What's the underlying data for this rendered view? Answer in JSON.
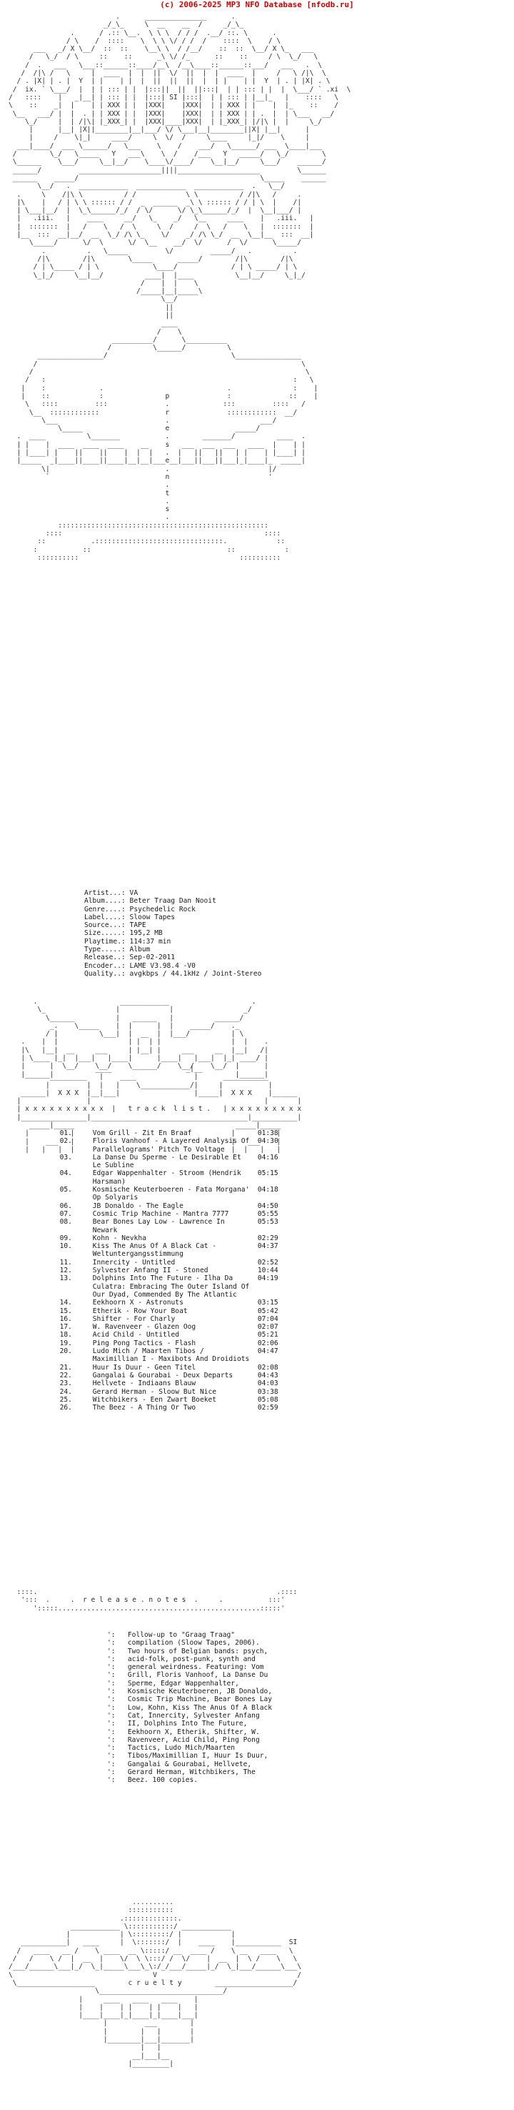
{
  "copyright": "(c) 2006-2025 MP3 NFO Database [nfodb.ru]",
  "art": {
    "top": "                          .      _______________      .\n                       _/_\\_     \\  __    __  /     _/_\\_\n               .      / .:: \\__.  \\ \\ \\  / / /  .__/ ::. \\      .\n              / \\    /  ::::    \\  \\ \\ \\/ / /  /    ::::  \\    / \\\n      ___   _/ X \\__/  ::  ::    \\__\\ \\  / /__/    ::  ::  \\__/ X \\_   ___\n     /   \\_/  / \\     ::    ::      _\\ \\/ /_      ::    ::     / \\  \\_/   \\\n    /  .   ___   \\___::______::____/__\\  /__\\____::______::___/   ___   .  \\\n   /  /|\\ /   \\     |  ____  |  |  ||  \\/  ||  |  |  ____  |     /   \\ /|\\  \\\n  / . |X| | . |  Y  | |    | |  |  ||  ||  ||  |  | |    | |  Y  | . | |X| . \\\n /  ix. ` \\___/  |  | | ::: | |  |:::||  ||  ||:::|  | | ::: | |  |  \\___/ ` .xi  \\\n/   ::::    |   _|__| | ::: | |  |:::| SI |:::|  | | ::: | |__|_   |    ::::   \\\n\\    ::    _|  |    | | XXX | |  |XXX|    |XXX|  | | XXX | |    |  |_    ::    /\n \\__   ___/ |  |  . | | XXX | |  |XXX|    |XXX|  | | XXX | | .  |  | \\___   __/\n    \\_/     |  | /|\\| |_XXX_| |  |XXX|____|XXX|  | |_XXX_| |/|\\ |  |     \\_/\n     |      |__| |X||________|__|___/ \\/ \\___|__|________||X| |__|      |\n     |     /    \\|_|     ____/     \\  \\/  /     \\____     |_|/    \\     |\n  ___|____/  ___ \\______/   \\___    \\    /    ___/   \\______/ ___  \\____|___\n /        \\_/   \\_____   Y   ___\\    \\  /    /___   Y   _____/   \\_/        \\\n \\______    \\___/     \\__|__/    \\____\\/____/    \\__|__/     \\___/    ______/\n ______/         ____________________||||____________________         \\______\n ______    _____/                                            \\_____    ______\n       \\__/   .  ____________  ____________  ____________  .   \\__/\n  .     \\    /|\\ \\          / /            \\ \\          / /|\\   /     .\n  |\\    |   / | \\ \\ :::::: / /  _  ______  _\\ \\ :::::: / / | \\  |    /|\n  | \\___|__/  |  \\_\\______/_/  / \\/      \\/ \\_\\______/_/  |  \\__|___/ |\n  |   .iii.   |    ____     __/   \\_    _/   \\__     ____    |   .iii.   |\n  |  :::::::  |   /    \\   /  \\     \\  /     /  \\   /    \\   |  :::::::  |\n  |__  :::  __|__/  __  \\_/ /\\ \\_    \\/    _/ /\\ \\_/  __  \\__|__  :::  __|\n     \\_____/      \\/  \\      \\/  \\__    __/  \\/      /  \\/      \\_____/\n        .          .   \\_____         \\/         _____/   .          .\n       /|\\        /|\\        \\_____      _____/        /|\\        /|\\\n      / | \\_____ / | \\             \\____/             / | \\ _____/ | \\\n      \\_|_/     \\__|__/          ____|  |____          \\__|__/     \\_|_/\n                                /    |  |    \\\n                               /_____|__|_____\\\n                                     \\__/\n                                      ||\n                                      ||\n                                     ____\n                                    /    \\\n                         __________/      \\__________\n                        /          \\______/          \\\n       ________________/                              \\________________\n      /                                                                \\\n     /                                                                  \\\n    /   :                                                            :   \\\n   |    :             .                              .               :    |\n   |    ::            :               p              :              ::    |\n    \\   ::::         :::              .             :::         ::::   /\n     \\__  ::::::::::::                r              ::::::::::::  __/\n        \\___                          .                      ___/\n            \\_____                    e                _____/\n  .  ____          \\_______           .        _______/          ____  .\n  | |    |  ____  ____  ____    __    s   ___  ___  ___   ____  |    | |\n  | |____| |    ||    ||    |  |  |   .  |   ||   ||   | |    | |____| |\n  |_____  _|____||____||____|__|__|___e__|___||___||___|_|____|_  _____|\n        \\|                            .                        |/\n         `                            n                        '\n                                      .\n                                      t\n                                      .\n                                      s\n                                      .\n            :::::::::::::::::::::::::::::::::::::::::::::::::::\n         ::::                                                 ::::\n       ::           .:::::::::::::::::::::::::::::::.            ::\n      :           ::                                 ::            :\n       ::::::::::                                       ::::::::::",
    "mid": "      .                    ____________                    .\n       \\_                 |            |                 _/\n         \\______          |   ______   |          ______/\n          _.    \\_____    |  |      |  |    _____/    ._\n         / |          \\___|  |  __  |  |___/          | \\\n   .    |  |                 | |  | |                 |  |    .\n   |\\   |__|  __     ___     | |__| |     ___     __  |__|   /|\n   | \\____ |_|  |___|   |____|      |____|   |___|  |_| ____/ |\n   |      |  \\__/    \\__/    \\______/    \\__/    \\__/  |      |\n   |______|                                            |______|",
    "side": "                     ____                  _|__\n          _________   |    ____              |      ___________\n         |         |  |   |    \\____________/|     |           |\n   ______|  X X X  |__|___|                  |_____|  X X X    |______\n  |                |                                          |       |\n  | x x x x x x x x x x  |   t r a c k  l i s t .   | x x x x x x x x x\n  |________________|______________________________________|___________|\n     _____|_____                                       _____|_____\n    |          |                                      |          |\n    |    ___   |                                      |   ___    |\n    |   |   |  |                                      |  |   |   |",
    "notesHead": "  ::::.                                                          .::::\n   ':::  .     .  r e l e a s e . n o t e s  .     .           :::'\n      ':::::.................................................:::::'",
    "bottom": "                              ..........\n                             :::::::::::\n                           .:::::::::::::.\n               ____________ \\:::::::::::/ ____________\n              |            | \\:::::::::/ |            |\n   ___________|   ____     |  \\:::::::/  |    ____    |___________  SI\n  /   ____   __ /    \\ ____  __ \\:::::/ __  ____ /    \\ __   ____   \\\n /   /    \\ /  |  __  |    \\/  \\ \\:::/ /  \\/    |  __  |  \\ /    \\   \\\n/___/______\\___|_/  \\_|_____\\___\\_\\:/_/___/_____|_/  \\_|___/______\\___\\\n\\                                  V                                  /\n \\___________________        c r u e l t y        ___________________/\n                     \\______________________________/\n                 |     ____   ____   ____    |\n                 |    |    | |    | |    |   |\n                 |____|____|_|____|_|____|___|\n                       |         ___        |\n                       |        |   |       |\n                       |________|___|_______|\n                                |   |\n                              __|___|__\n                             |_________|"
  },
  "info": [
    {
      "label": "Artist...:",
      "value": "VA"
    },
    {
      "label": "Album....:",
      "value": "Beter Traag Dan Nooit"
    },
    {
      "label": "Genre....:",
      "value": "Psychedelic Rock"
    },
    {
      "label": "Label....:",
      "value": "Sloow Tapes"
    },
    {
      "label": "Source...:",
      "value": "TAPE"
    },
    {
      "label": "Size.....:",
      "value": "195,2 MB"
    },
    {
      "label": "Playtime.:",
      "value": "114:37 min"
    },
    {
      "label": "Type.....:",
      "value": "Album"
    },
    {
      "label": "Release..:",
      "value": "Sep-02-2011"
    },
    {
      "label": "Encoder..:",
      "value": "LAME V3.98.4 -V0"
    },
    {
      "label": "Quality..:",
      "value": "avgkbps / 44.1kHz / Joint-Stereo"
    }
  ],
  "tracks": [
    {
      "no": "01.",
      "lines": [
        "Vom Grill - Zit En Braaf"
      ],
      "time": "01:38"
    },
    {
      "no": "02.",
      "lines": [
        "Floris Vanhoof - A Layered Analysis Of",
        "Parallelograms' Pitch To Voltage"
      ],
      "time": "04:30"
    },
    {
      "no": "03.",
      "lines": [
        "La Danse Du Sperme - Le Desirable Et",
        "Le Subline"
      ],
      "time": "04:16"
    },
    {
      "no": "04.",
      "lines": [
        "Edgar Wappenhalter - Stroom (Hendrik",
        "Harsman)"
      ],
      "time": "05:15"
    },
    {
      "no": "05.",
      "lines": [
        "Kosmische Keuterboeren - Fata Morgana'",
        "Op Solyaris"
      ],
      "time": "04:18"
    },
    {
      "no": "06.",
      "lines": [
        "JB Donaldo - The Eagle"
      ],
      "time": "04:50"
    },
    {
      "no": "07.",
      "lines": [
        "Cosmic Trip Machine - Mantra 7777"
      ],
      "time": "05:55"
    },
    {
      "no": "08.",
      "lines": [
        "Bear Bones Lay Low - Lawrence In",
        "Newark"
      ],
      "time": "05:53"
    },
    {
      "no": "09.",
      "lines": [
        "Kohn - Nevkha"
      ],
      "time": "02:29"
    },
    {
      "no": "10.",
      "lines": [
        "Kiss The Anus Of A Black Cat -",
        "Weltuntergangsstimmung"
      ],
      "time": "04:37"
    },
    {
      "no": "11.",
      "lines": [
        "Innercity - Untitled"
      ],
      "time": "02:52"
    },
    {
      "no": "12.",
      "lines": [
        "Sylvester Anfang II - Stoned"
      ],
      "time": "10:44"
    },
    {
      "no": "13.",
      "lines": [
        "Dolphins Into The Future - Ilha Da",
        "Culatra: Embracing The Outer Island Of",
        "Our Dyad, Commended By The Atlantic"
      ],
      "time": "04:19"
    },
    {
      "no": "14.",
      "lines": [
        "Eekhoorn X - Astronuts"
      ],
      "time": "03:15"
    },
    {
      "no": "15.",
      "lines": [
        "Etherik - Row Your Boat"
      ],
      "time": "05:42"
    },
    {
      "no": "16.",
      "lines": [
        "Shifter - For Charly"
      ],
      "time": "07:04"
    },
    {
      "no": "17.",
      "lines": [
        "W. Ravenveer - Glazen Oog"
      ],
      "time": "02:07"
    },
    {
      "no": "18.",
      "lines": [
        "Acid Child - Untitled"
      ],
      "time": "05:21"
    },
    {
      "no": "19.",
      "lines": [
        "Ping Pong Tactics - Flash"
      ],
      "time": "02:06"
    },
    {
      "no": "20.",
      "lines": [
        "Ludo Mich / Maarten Tibos /",
        "Maximillian I - Maxibots And Droidiots"
      ],
      "time": "04:47"
    },
    {
      "no": "21.",
      "lines": [
        "Huur Is Duur - Geen Titel"
      ],
      "time": "02:08"
    },
    {
      "no": "22.",
      "lines": [
        "Gangalai & Gourabai - Deux Departs"
      ],
      "time": "04:43"
    },
    {
      "no": "23.",
      "lines": [
        "Hellvete - Indiaans Blauw"
      ],
      "time": "04:03"
    },
    {
      "no": "24.",
      "lines": [
        "Gerard Herman - Sloow But Nice"
      ],
      "time": "03:38"
    },
    {
      "no": "25.",
      "lines": [
        "Witchbikers - Een Zwart Boeket"
      ],
      "time": "05:08"
    },
    {
      "no": "26.",
      "lines": [
        "The Beez - A Thing Or Two"
      ],
      "time": "02:59"
    }
  ],
  "notes": [
    "Follow-up to \"Graag Traag\"",
    "compilation (Sloow Tapes, 2006).",
    "Two hours of Belgian bands: psych,",
    "acid-folk, post-punk, synth and",
    "general weirdness. Featuring: Vom",
    "Grill, Floris Vanhoof, La Danse Du",
    "Sperme, Edgar Wappenhalter,",
    "Kosmische Keuterboeren, JB Donaldo,",
    "Cosmic Trip Machine, Bear Bones Lay",
    "Low, Kohn, Kiss The Anus Of A Black",
    "Cat, Innercity, Sylvester Anfang",
    "II, Dolphins Into The Future,",
    "Eekhoorn X, Etherik, Shifter, W.",
    "Ravenveer, Acid Child, Ping Pong",
    "Tactics, Ludo Mich/Maarten",
    "Tibos/Maximillian I, Huur Is Duur,",
    "Gangalai & Gourabai, Hellvete,",
    "Gerard Herman, Witchbikers, The",
    "Beez. 100 copies."
  ]
}
